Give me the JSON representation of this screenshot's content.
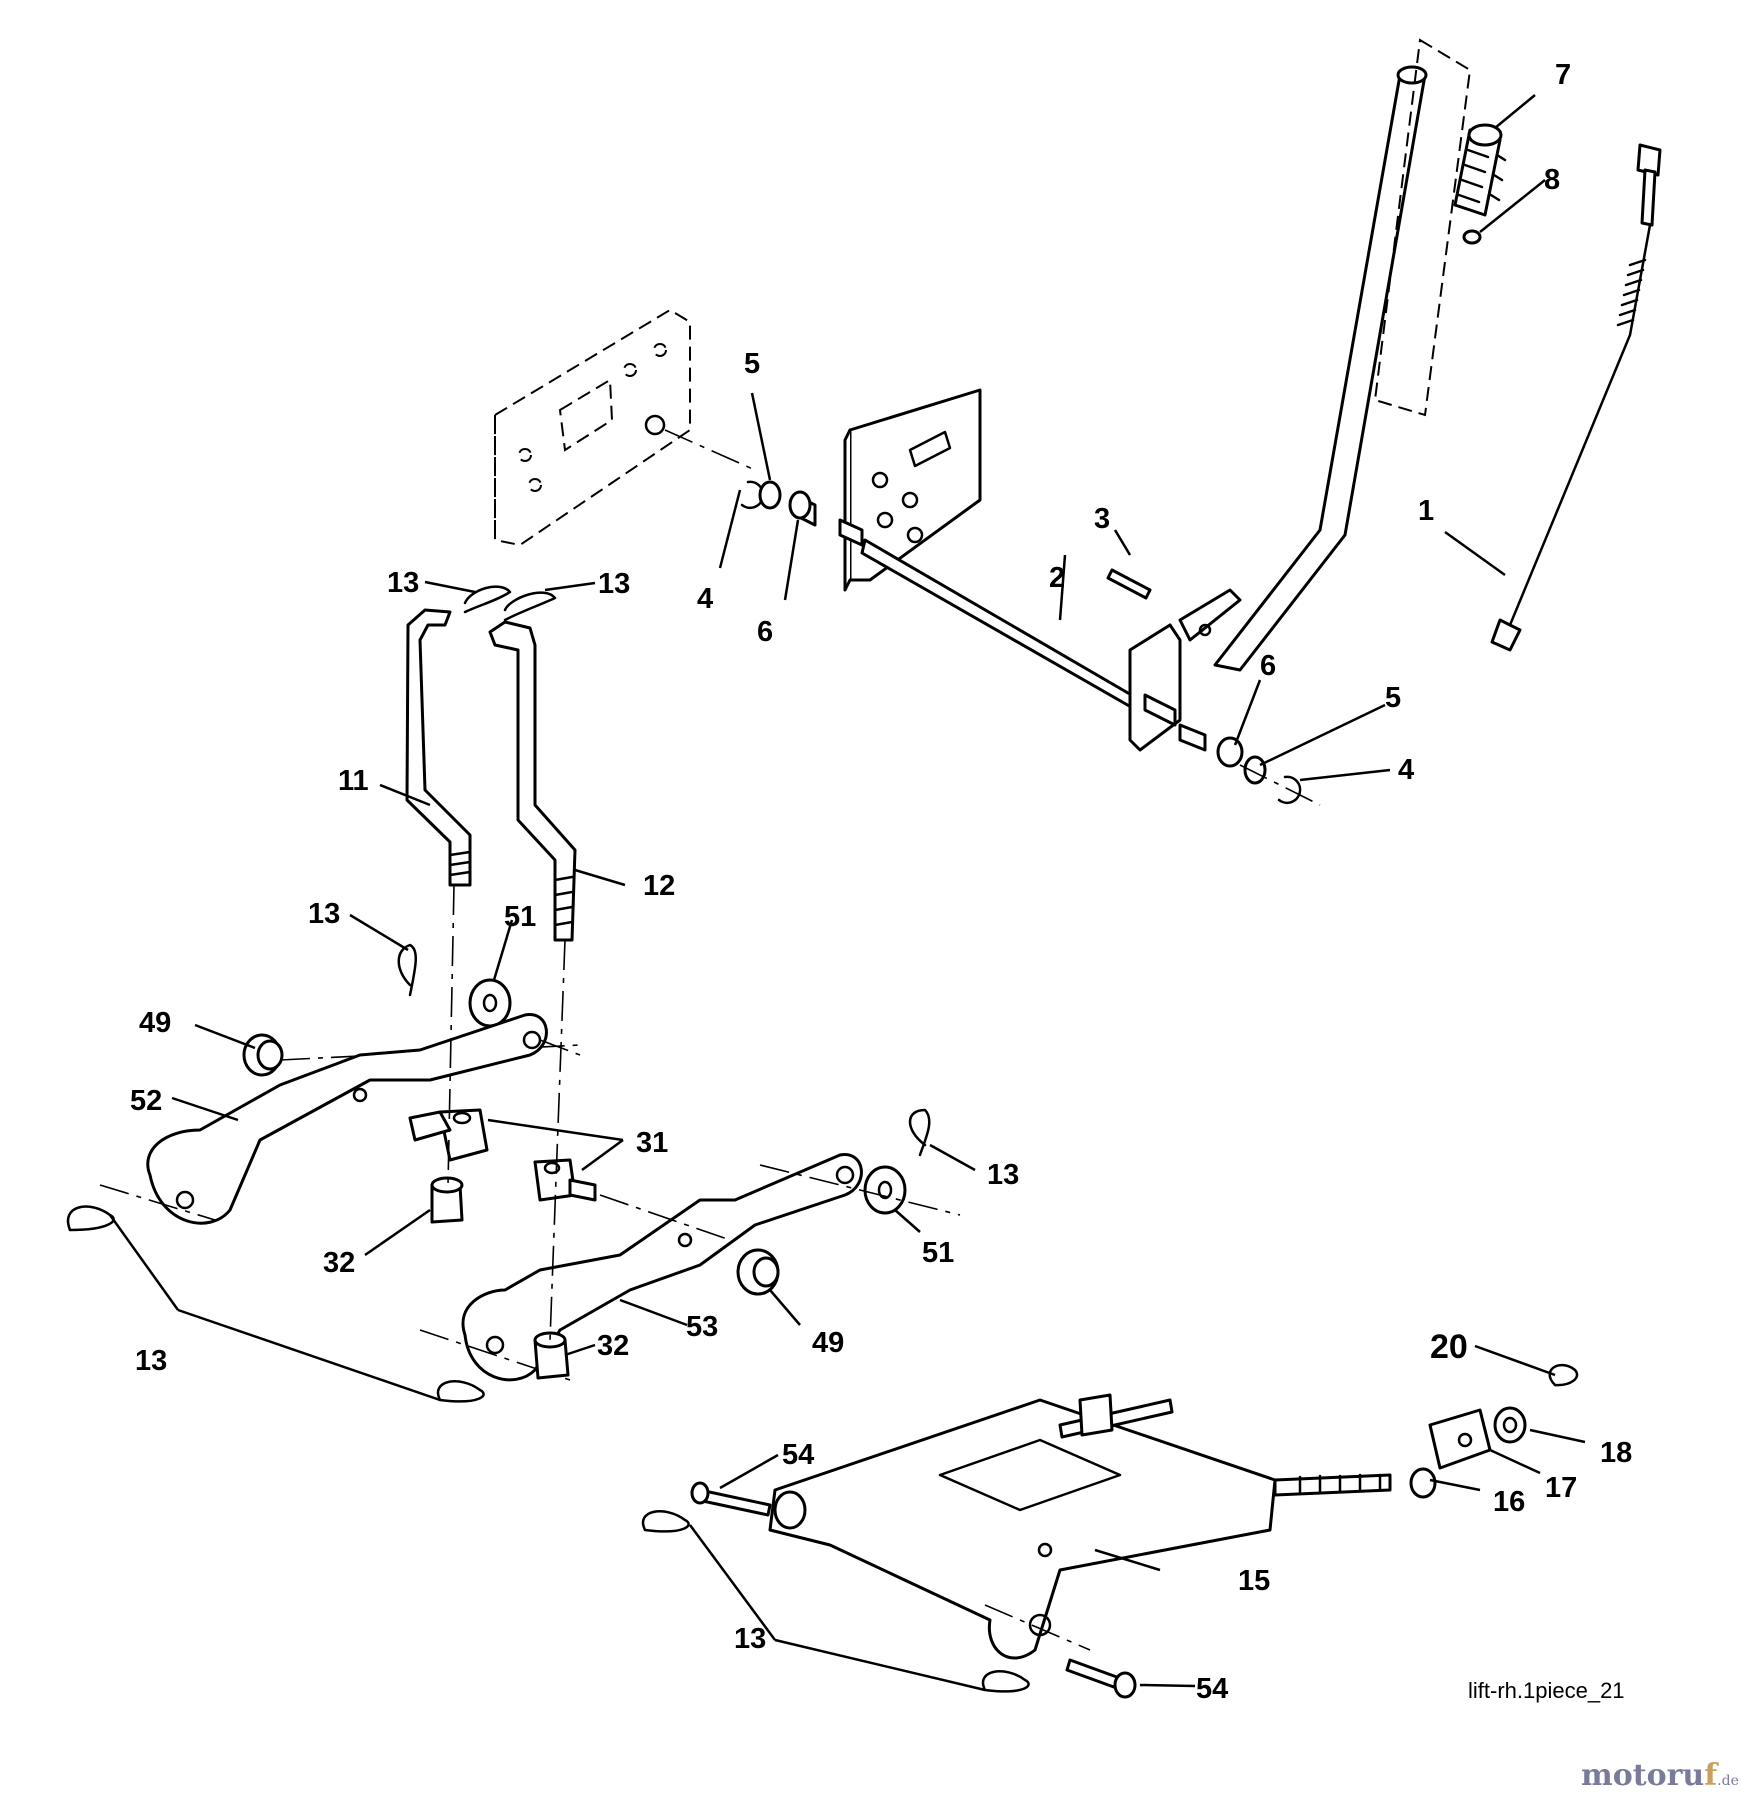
{
  "diagram": {
    "reference_code": "lift-rh.1piece_21",
    "watermark": {
      "text_main": "motoru",
      "text_accent": "f",
      "text_suffix": ".de"
    },
    "callouts": [
      {
        "id": "c1",
        "text": "1"
      },
      {
        "id": "c2",
        "text": "2"
      },
      {
        "id": "c3",
        "text": "3"
      },
      {
        "id": "c4a",
        "text": "4"
      },
      {
        "id": "c4b",
        "text": "4"
      },
      {
        "id": "c5a",
        "text": "5"
      },
      {
        "id": "c5b",
        "text": "5"
      },
      {
        "id": "c6a",
        "text": "6"
      },
      {
        "id": "c6b",
        "text": "6"
      },
      {
        "id": "c7",
        "text": "7"
      },
      {
        "id": "c8",
        "text": "8"
      },
      {
        "id": "c11",
        "text": "11"
      },
      {
        "id": "c12",
        "text": "12"
      },
      {
        "id": "c13a",
        "text": "13"
      },
      {
        "id": "c13b",
        "text": "13"
      },
      {
        "id": "c13c",
        "text": "13"
      },
      {
        "id": "c13d",
        "text": "13"
      },
      {
        "id": "c13e",
        "text": "13"
      },
      {
        "id": "c13f",
        "text": "13"
      },
      {
        "id": "c15",
        "text": "15"
      },
      {
        "id": "c16",
        "text": "16"
      },
      {
        "id": "c17",
        "text": "17"
      },
      {
        "id": "c18",
        "text": "18"
      },
      {
        "id": "c20",
        "text": "20"
      },
      {
        "id": "c31",
        "text": "31"
      },
      {
        "id": "c32a",
        "text": "32"
      },
      {
        "id": "c32b",
        "text": "32"
      },
      {
        "id": "c49a",
        "text": "49"
      },
      {
        "id": "c49b",
        "text": "49"
      },
      {
        "id": "c51a",
        "text": "51"
      },
      {
        "id": "c51b",
        "text": "51"
      },
      {
        "id": "c52",
        "text": "52"
      },
      {
        "id": "c53",
        "text": "53"
      },
      {
        "id": "c54a",
        "text": "54"
      },
      {
        "id": "c54b",
        "text": "54"
      }
    ]
  }
}
